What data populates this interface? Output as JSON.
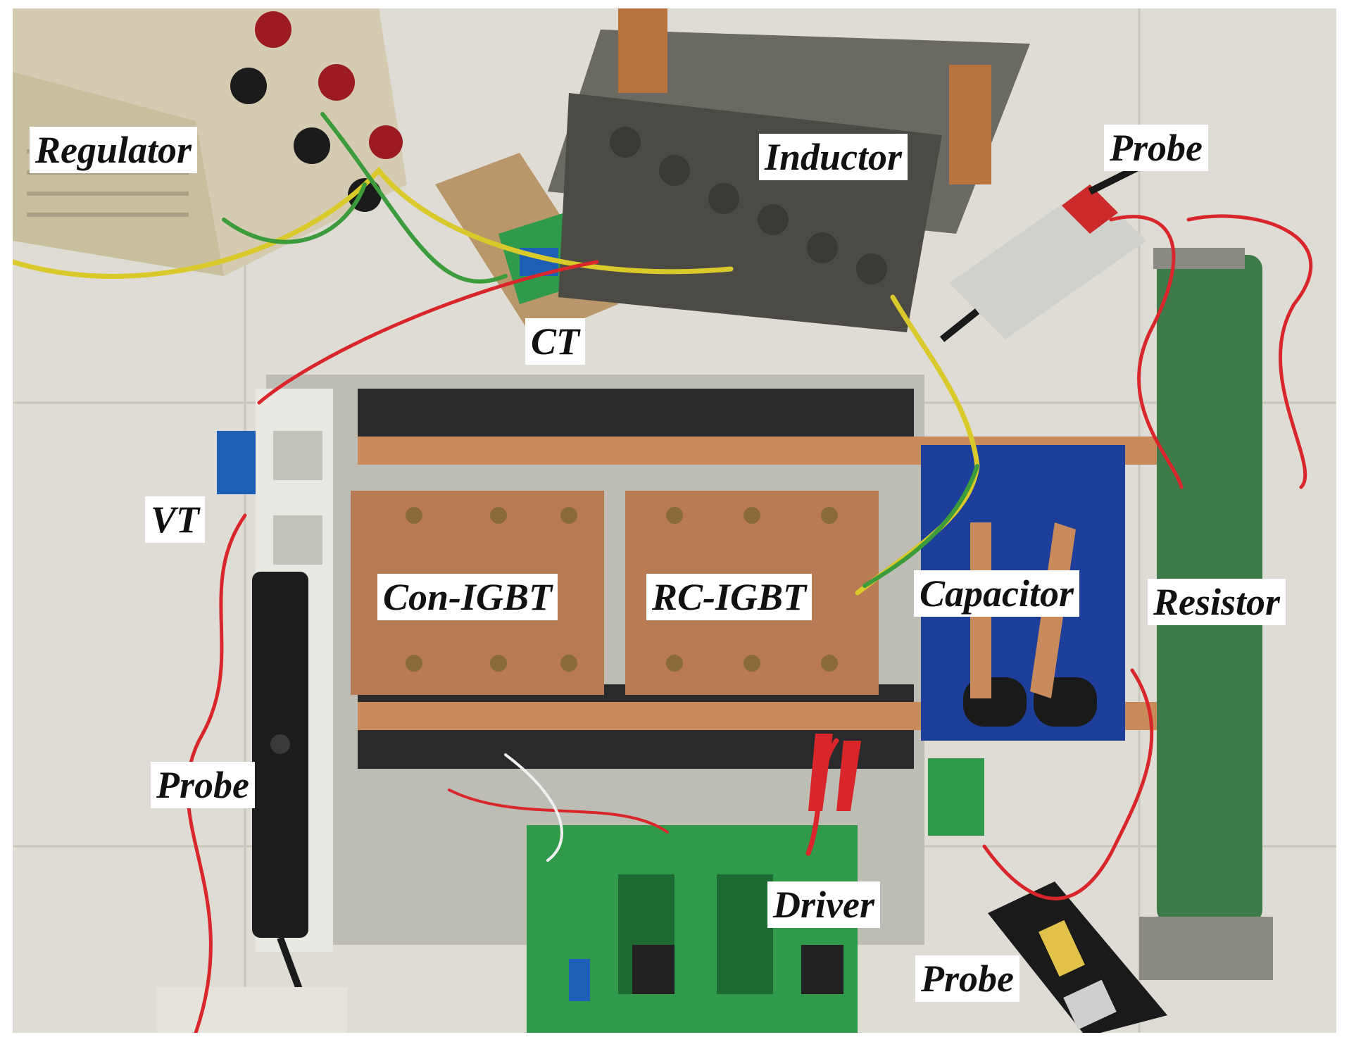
{
  "labels": {
    "regulator": "Regulator",
    "inductor": "Inductor",
    "probe_top": "Probe",
    "ct": "CT",
    "vt": "VT",
    "con_igbt": "Con-IGBT",
    "rc_igbt": "RC-IGBT",
    "capacitor": "Capacitor",
    "resistor": "Resistor",
    "probe_left": "Probe",
    "driver": "Driver",
    "probe_bottom": "Probe"
  },
  "colors": {
    "floor": "#dcdad3",
    "copper": "#b87b54",
    "heatsink": "#2a2a2c",
    "pcb": "#2f9a4a",
    "resistor": "#3f7a4a",
    "capacitor": "#1d3f9a",
    "wire_red": "#d8262a",
    "wire_yellow": "#d9c92a",
    "wire_green": "#3c9b3a"
  }
}
